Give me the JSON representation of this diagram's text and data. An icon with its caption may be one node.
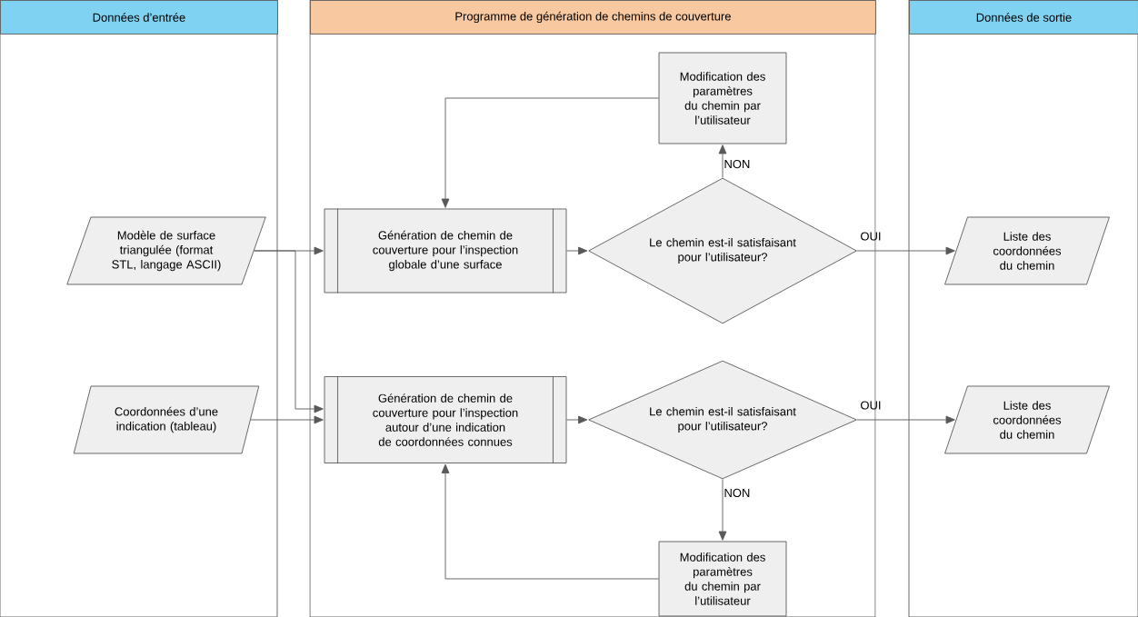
{
  "diagram": {
    "nodes": [
      {
        "text": [
          "Données d’entrée"
        ]
      },
      {
        "text": [
          "Programme de génération de chemins de couverture"
        ]
      },
      {
        "text": [
          "Données de sortie"
        ]
      },
      {
        "text": [
          "Modèle de surface triangulée (format STL, langage ASCII)"
        ],
        "in": 0
      },
      {
        "text": [
          "Coordonnées d’une indication (tableau)"
        ],
        "in": 0
      },
      {
        "text": [
          "Génération de chemin de couverture pour l’inspection globale d’une surface"
        ],
        "in": 1
      },
      {
        "text": [
          "Le chemin est-il satisfaisant pour l’utilisateur?"
        ],
        "in": 1
      },
      {
        "text": [
          "Modification des paramètres du chemin par l’utilisateur"
        ],
        "in": 1
      },
      {
        "text": [
          "Génération de chemin de couverture pour l’inspection autour d’une indication de coordonnées connues"
        ],
        "in": 1
      },
      {
        "text": [
          "Le chemin est-il satisfaisant pour l’utilisateur?"
        ],
        "in": 1
      },
      {
        "text": [
          "Modification des paramètres du chemin par l’utilisateur"
        ],
        "in": 1
      },
      {
        "text": [
          "Liste des coordonnées du chemin"
        ],
        "in": 2
      },
      {
        "text": [
          "Liste des coordonnées du chemin"
        ],
        "in": 2
      }
    ],
    "edges": [
      {
        "from": 3,
        "to": 5,
        "arrow": "to"
      },
      {
        "from": 3,
        "to": 8,
        "arrow": "to"
      },
      {
        "from": 4,
        "to": 8,
        "arrow": "to"
      },
      {
        "from": 5,
        "to": 6,
        "arrow": "to"
      },
      {
        "from": 6,
        "to": 7,
        "arrow": "to",
        "label": "NON"
      },
      {
        "from": 7,
        "to": 5,
        "arrow": "to"
      },
      {
        "from": 6,
        "to": 11,
        "arrow": "to",
        "label": "OUI"
      },
      {
        "from": 8,
        "to": 9,
        "arrow": "to"
      },
      {
        "from": 9,
        "to": 10,
        "arrow": "to",
        "label": "NON"
      },
      {
        "from": 10,
        "to": 8,
        "arrow": "to"
      },
      {
        "from": 9,
        "to": 12,
        "arrow": "to",
        "label": "OUI"
      }
    ]
  }
}
